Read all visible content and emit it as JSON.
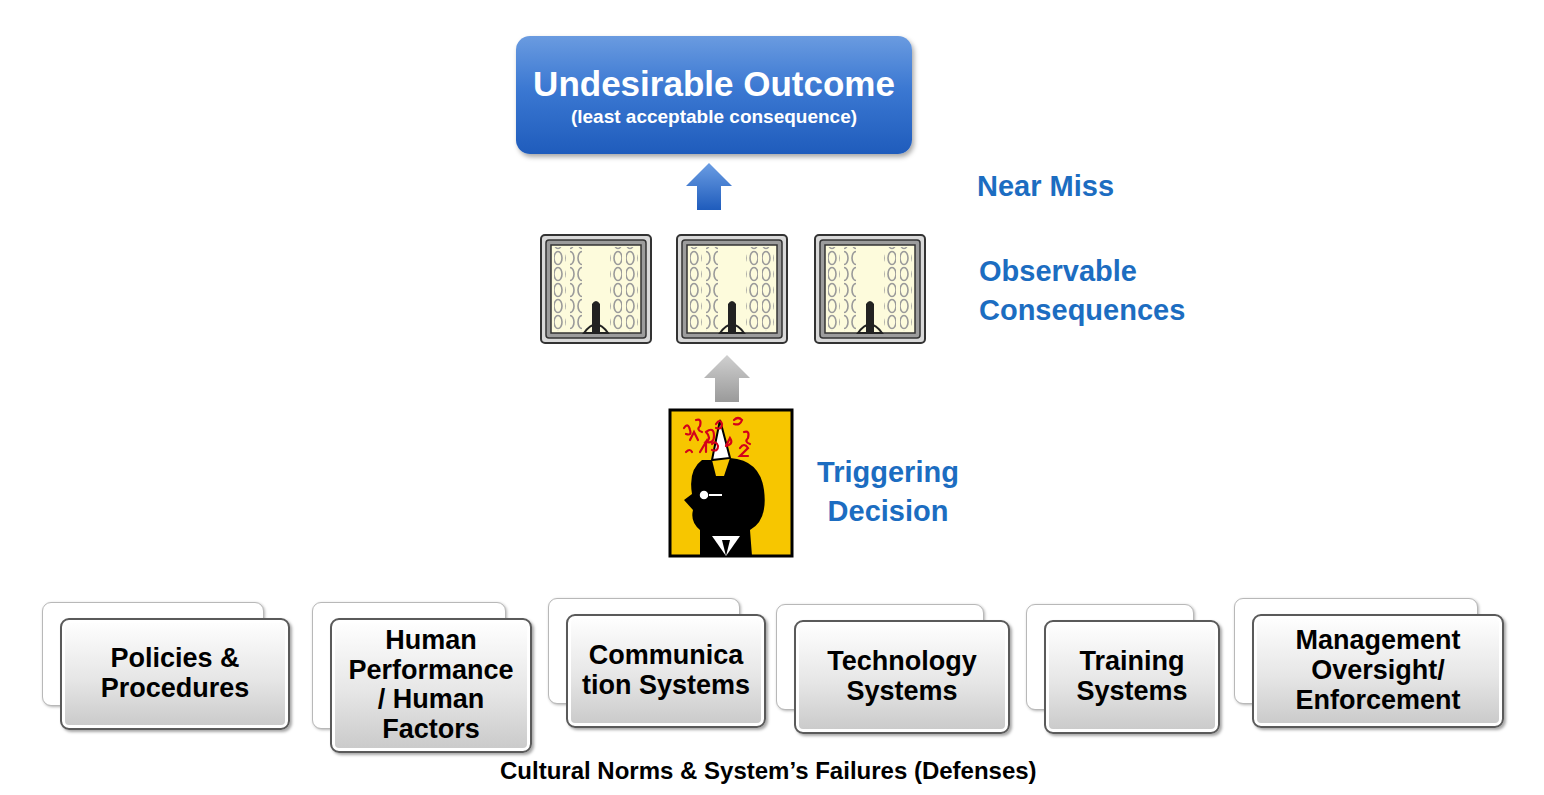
{
  "diagram": {
    "caption": "Cultural Norms & System’s Failures (Defenses)",
    "nodes": [
      {
        "text": [
          "Undesirable Outcome",
          "(least acceptable consequence)"
        ]
      },
      {
        "text": [
          "Policies & Procedures"
        ]
      },
      {
        "text": [
          "Human Performance / Human Factors"
        ]
      },
      {
        "text": [
          "Communica tion Systems"
        ]
      },
      {
        "text": [
          "Technology Systems"
        ]
      },
      {
        "text": [
          "Training Systems"
        ]
      },
      {
        "text": [
          "Management Oversight/ Enforcement"
        ]
      }
    ],
    "labels": [
      "Near Miss",
      "Observable Consequences",
      "Triggering Decision"
    ]
  }
}
